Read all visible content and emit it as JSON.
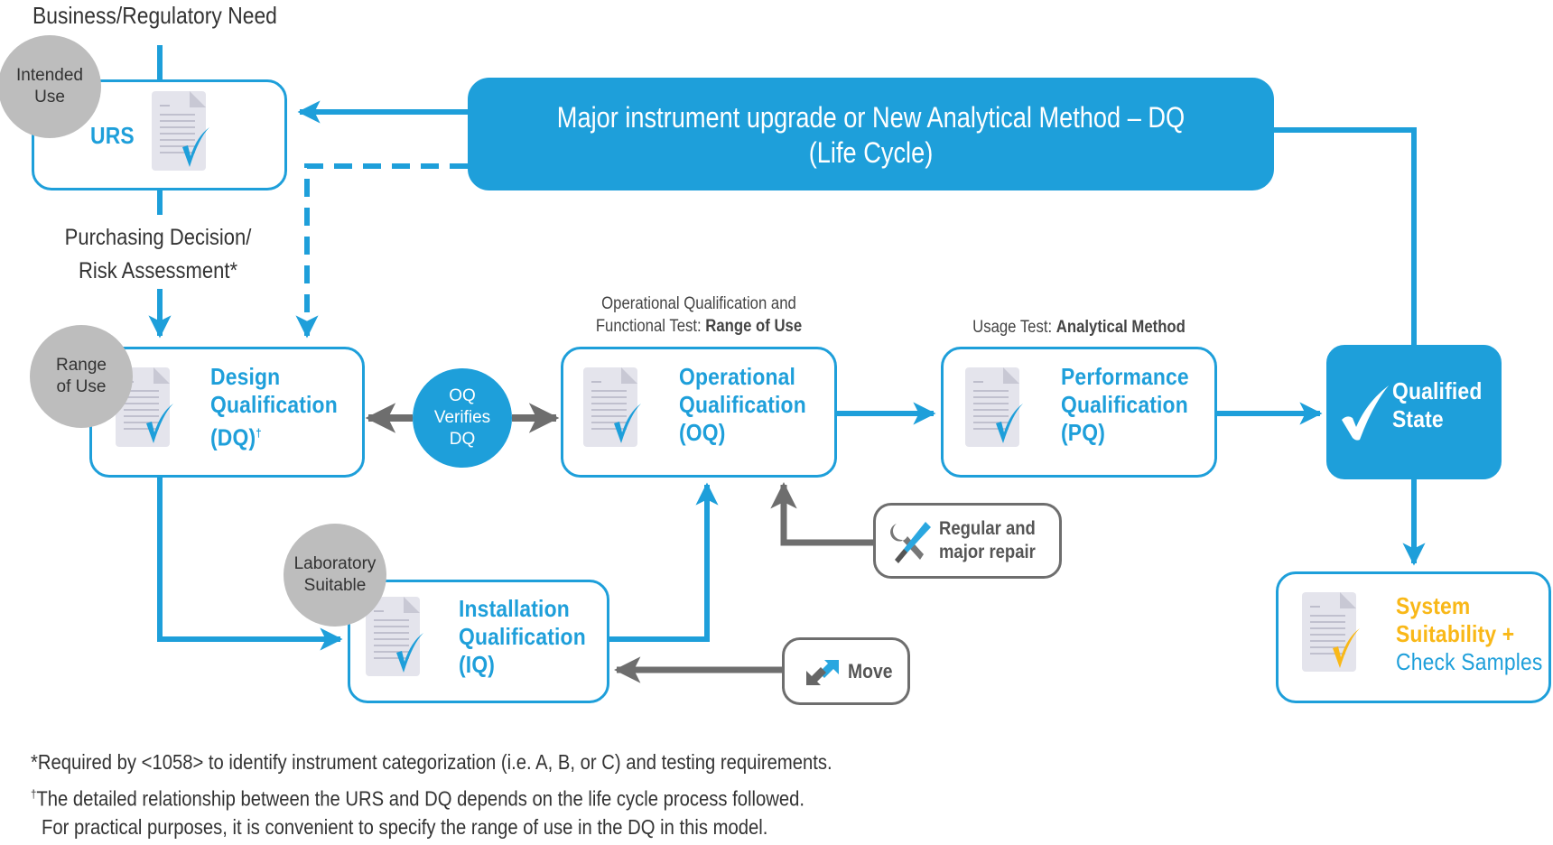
{
  "diagram": {
    "colors": {
      "accent": "#1e9fda",
      "circle_grey": "#bdbdbd",
      "arrow_grey": "#6e6e6e",
      "warning_yellow": "#f9b818",
      "text": "#333333"
    },
    "top_label": "Business/Regulatory Need",
    "urs": {
      "title": "URS",
      "badge": [
        "Intended",
        "Use"
      ]
    },
    "purchasing_label": [
      "Purchasing Decision/",
      "Risk Assessment*"
    ],
    "lifecycle_box": {
      "line1": "Major instrument upgrade or New Analytical Method – DQ",
      "line2": "(Life Cycle)"
    },
    "dq": {
      "title": [
        "Design",
        "Qualification",
        "(DQ)"
      ],
      "title_mark": "†",
      "badge": [
        "Range",
        "of Use"
      ]
    },
    "oq_verifies": [
      "OQ",
      "Verifies",
      "DQ"
    ],
    "oq": {
      "caption_line1": "Operational Qualification and",
      "caption_line2_prefix": "Functional Test: ",
      "caption_line2_bold": "Range of Use",
      "title": [
        "Operational",
        "Qualification",
        "(OQ)"
      ]
    },
    "pq": {
      "caption_prefix": "Usage Test: ",
      "caption_bold": "Analytical Method",
      "title": [
        "Performance",
        "Qualification",
        "(PQ)"
      ]
    },
    "qualified_state": {
      "title": [
        "Qualified",
        "State"
      ]
    },
    "iq": {
      "title": [
        "Installation",
        "Qualification",
        "(IQ)"
      ],
      "badge": [
        "Laboratory",
        "Suitable"
      ]
    },
    "repair": {
      "label": [
        "Regular and",
        "major repair"
      ],
      "icon": "wrench-screwdriver-icon"
    },
    "move": {
      "label": "Move",
      "icon": "move-arrows-icon"
    },
    "system_suitability": {
      "title": [
        "System",
        "Suitability +"
      ],
      "subtitle": "Check Samples"
    },
    "footnotes": [
      "*Required by <1058> to identify instrument categorization (i.e. A, B, or C) and testing requirements.",
      "The detailed relationship between the URS and DQ depends on the life cycle process followed.",
      "For practical purposes, it is convenient to specify the range of use in the DQ in this model."
    ],
    "footnote_dagger": "†"
  }
}
